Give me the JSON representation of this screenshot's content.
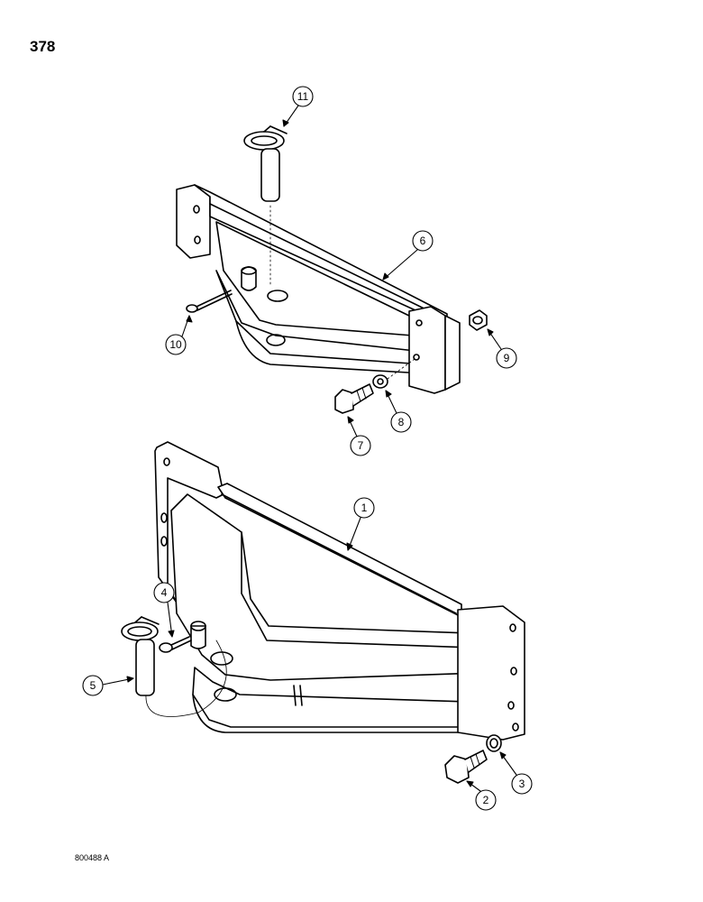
{
  "page": {
    "number": "378",
    "reference_code": "800488 A"
  },
  "callouts": {
    "c1": "1",
    "c2": "2",
    "c3": "3",
    "c4": "4",
    "c5": "5",
    "c6": "6",
    "c7": "7",
    "c8": "8",
    "c9": "9",
    "c10": "10",
    "c11": "11"
  }
}
